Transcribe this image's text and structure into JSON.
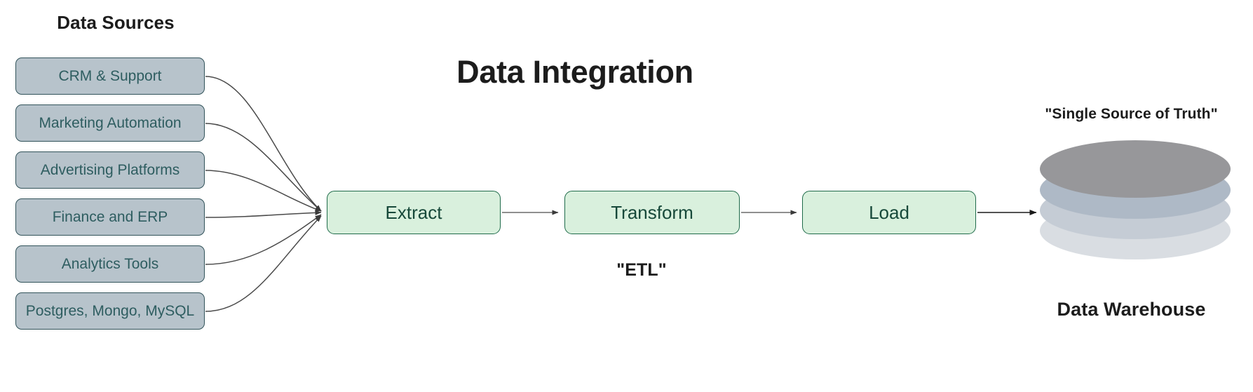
{
  "headings": {
    "data_sources": "Data Sources",
    "title": "Data Integration",
    "etl_caption": "\"ETL\"",
    "single_source": "\"Single Source of Truth\"",
    "warehouse": "Data Warehouse"
  },
  "sources": [
    {
      "label": "CRM & Support"
    },
    {
      "label": "Marketing Automation"
    },
    {
      "label": "Advertising Platforms"
    },
    {
      "label": "Finance and ERP"
    },
    {
      "label": "Analytics Tools"
    },
    {
      "label": "Postgres, Mongo, MySQL"
    }
  ],
  "pipeline": [
    {
      "label": "Extract"
    },
    {
      "label": "Transform"
    },
    {
      "label": "Load"
    }
  ],
  "warehouse": {
    "discs": [
      {
        "name": "disc-top",
        "color": "#97979a"
      },
      {
        "name": "disc-second",
        "color": "#aeb9c6"
      },
      {
        "name": "disc-third",
        "color": "#c5ccd5"
      },
      {
        "name": "disc-bottom",
        "color": "#d9dde2"
      }
    ]
  },
  "colors": {
    "source_fill": "#b7c3cb",
    "source_border": "#32535a",
    "source_text": "#2e5d60",
    "etl_fill": "#d9f0dd",
    "etl_border": "#1f6b4a",
    "etl_text": "#17493a",
    "edge": "#4a4a4a",
    "heading_text": "#1c1c1c",
    "background": "#ffffff"
  }
}
